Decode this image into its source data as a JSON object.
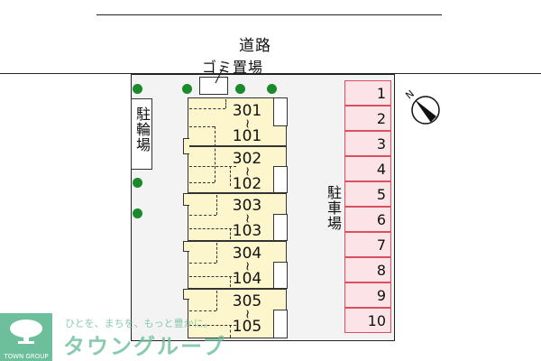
{
  "map": {
    "road_label": "道路",
    "garbage_label": "ゴミ置場",
    "bicycle_parking_label": "駐輪場",
    "parking_label": "駐車場",
    "compass_label": "N",
    "units": [
      {
        "upper": "301",
        "lower": "101",
        "sep": "~"
      },
      {
        "upper": "302",
        "lower": "102",
        "sep": "~"
      },
      {
        "upper": "303",
        "lower": "103",
        "sep": "~"
      },
      {
        "upper": "304",
        "lower": "104",
        "sep": "~"
      },
      {
        "upper": "305",
        "lower": "105",
        "sep": "~"
      }
    ],
    "parking_spaces": [
      "1",
      "2",
      "3",
      "4",
      "5",
      "6",
      "7",
      "8",
      "9",
      "10"
    ],
    "colors": {
      "unit_fill": "#fdf6cc",
      "parking_fill": "#fce3e8",
      "parking_border": "#d9505e",
      "tree": "#1a8a2a",
      "lot_fill": "#f3f3f3"
    }
  },
  "logo": {
    "tagline": "ひとを、まちを、もっと豊かに。",
    "name": "タウングループ",
    "badge": "TOWN GROUP",
    "color": "#6dbf9c"
  }
}
